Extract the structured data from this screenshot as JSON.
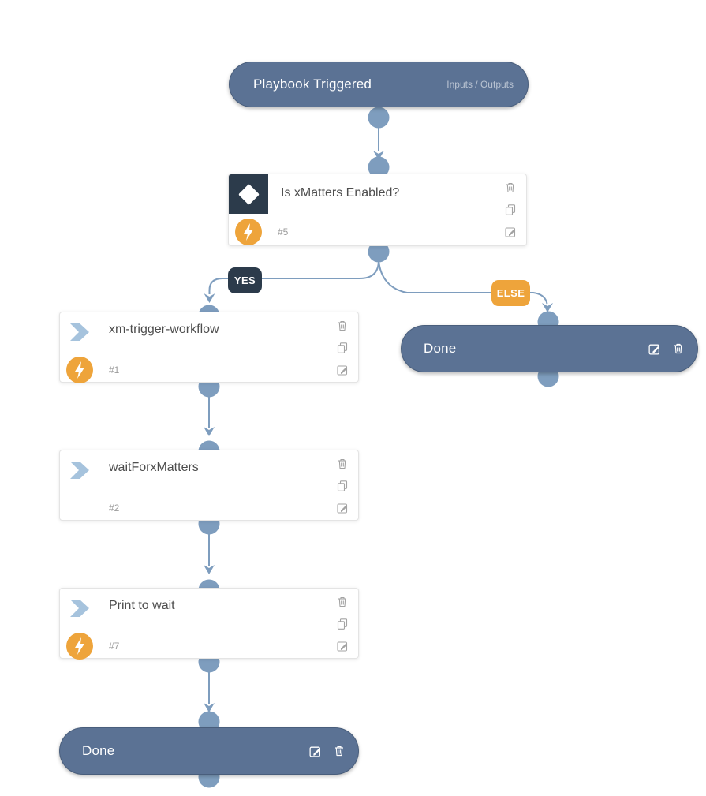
{
  "colors": {
    "terminal_pill": "#5b7294",
    "connector": "#7e9dbe",
    "dark_navy": "#2c3b4b",
    "orange": "#eea43b",
    "card_background": "#ffffff",
    "card_border": "#e4e4e4",
    "title_text": "#4d4d4d",
    "muted_text": "#9b9b9b",
    "action_icon_gray": "#a3a3a3",
    "chevron_icon": "#a6c3dd",
    "io_label_text": "#b9c3d2"
  },
  "nodes": {
    "start": {
      "title": "Playbook Triggered",
      "io_label": "Inputs / Outputs"
    },
    "decision": {
      "title": "Is xMatters Enabled?",
      "task_number": "#5"
    },
    "task_xm_trigger_workflow": {
      "title": "xm-trigger-workflow",
      "task_number": "#1"
    },
    "task_wait_for_xmatters": {
      "title": "waitForxMatters",
      "task_number": "#2"
    },
    "task_print_to_wait": {
      "title": "Print to wait",
      "task_number": "#7"
    },
    "end_right": {
      "title": "Done"
    },
    "end_bottom": {
      "title": "Done"
    }
  },
  "branch_labels": {
    "yes": "YES",
    "else": "ELSE"
  },
  "icons": {
    "delete": "trash-icon",
    "copy": "copy-pages-icon",
    "edit": "pencil-square-icon",
    "automation": "lightning-bolt-icon",
    "decision_type": "diamond-icon",
    "action_type": "chevron-right-icon",
    "port": "connector-port-dot"
  }
}
